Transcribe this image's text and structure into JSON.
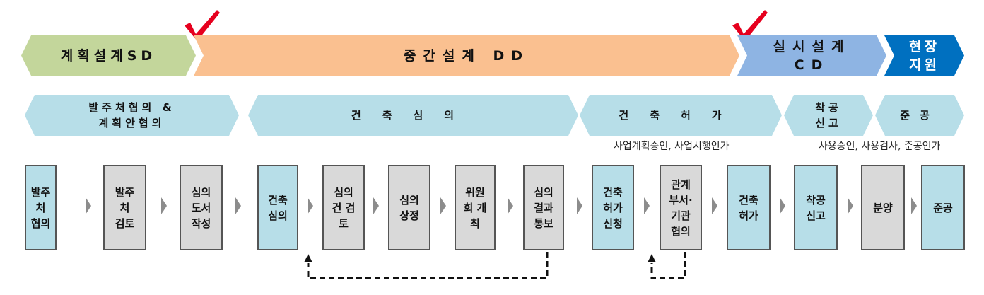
{
  "phases": {
    "sd": "계획설계SD",
    "dd": "중간설계 DD",
    "cd": "실시설계\nCD",
    "site": "현장\n지원"
  },
  "stages": {
    "s1": "발주처협의 &\n계획안협의",
    "s2": "건축심의",
    "s3": "건축허가",
    "s4": "착공\n신고",
    "s5": "준공"
  },
  "notes": {
    "n1": "사업계획승인, 사업시행인가",
    "n2": "사용승인, 사용검사, 준공인가"
  },
  "steps": [
    "발주\n처\n협의",
    "발주\n처\n검토",
    "심의\n도서\n작성",
    "건축\n심의",
    "심의\n건 검\n토",
    "심의\n상정",
    "위원\n회 개\n최",
    "심의\n결과\n통보",
    "건축\n허가\n신청",
    "관계\n부서·\n기관\n협의",
    "건축\n허가",
    "착공\n신고",
    "분양",
    "준공"
  ],
  "colors": {
    "checkmark": "#e6001e",
    "sd": "#c3d69b",
    "dd": "#fac090",
    "cd": "#8eb4e3",
    "site": "#0070c0",
    "stage": "#b7dee8",
    "step_teal": "#b7dee8",
    "step_grey": "#d9d9d9"
  },
  "icons": [
    "checkmark-icon",
    "checkmark-icon",
    "chevron-right-icon",
    "dashed-loop-arrow-icon"
  ]
}
